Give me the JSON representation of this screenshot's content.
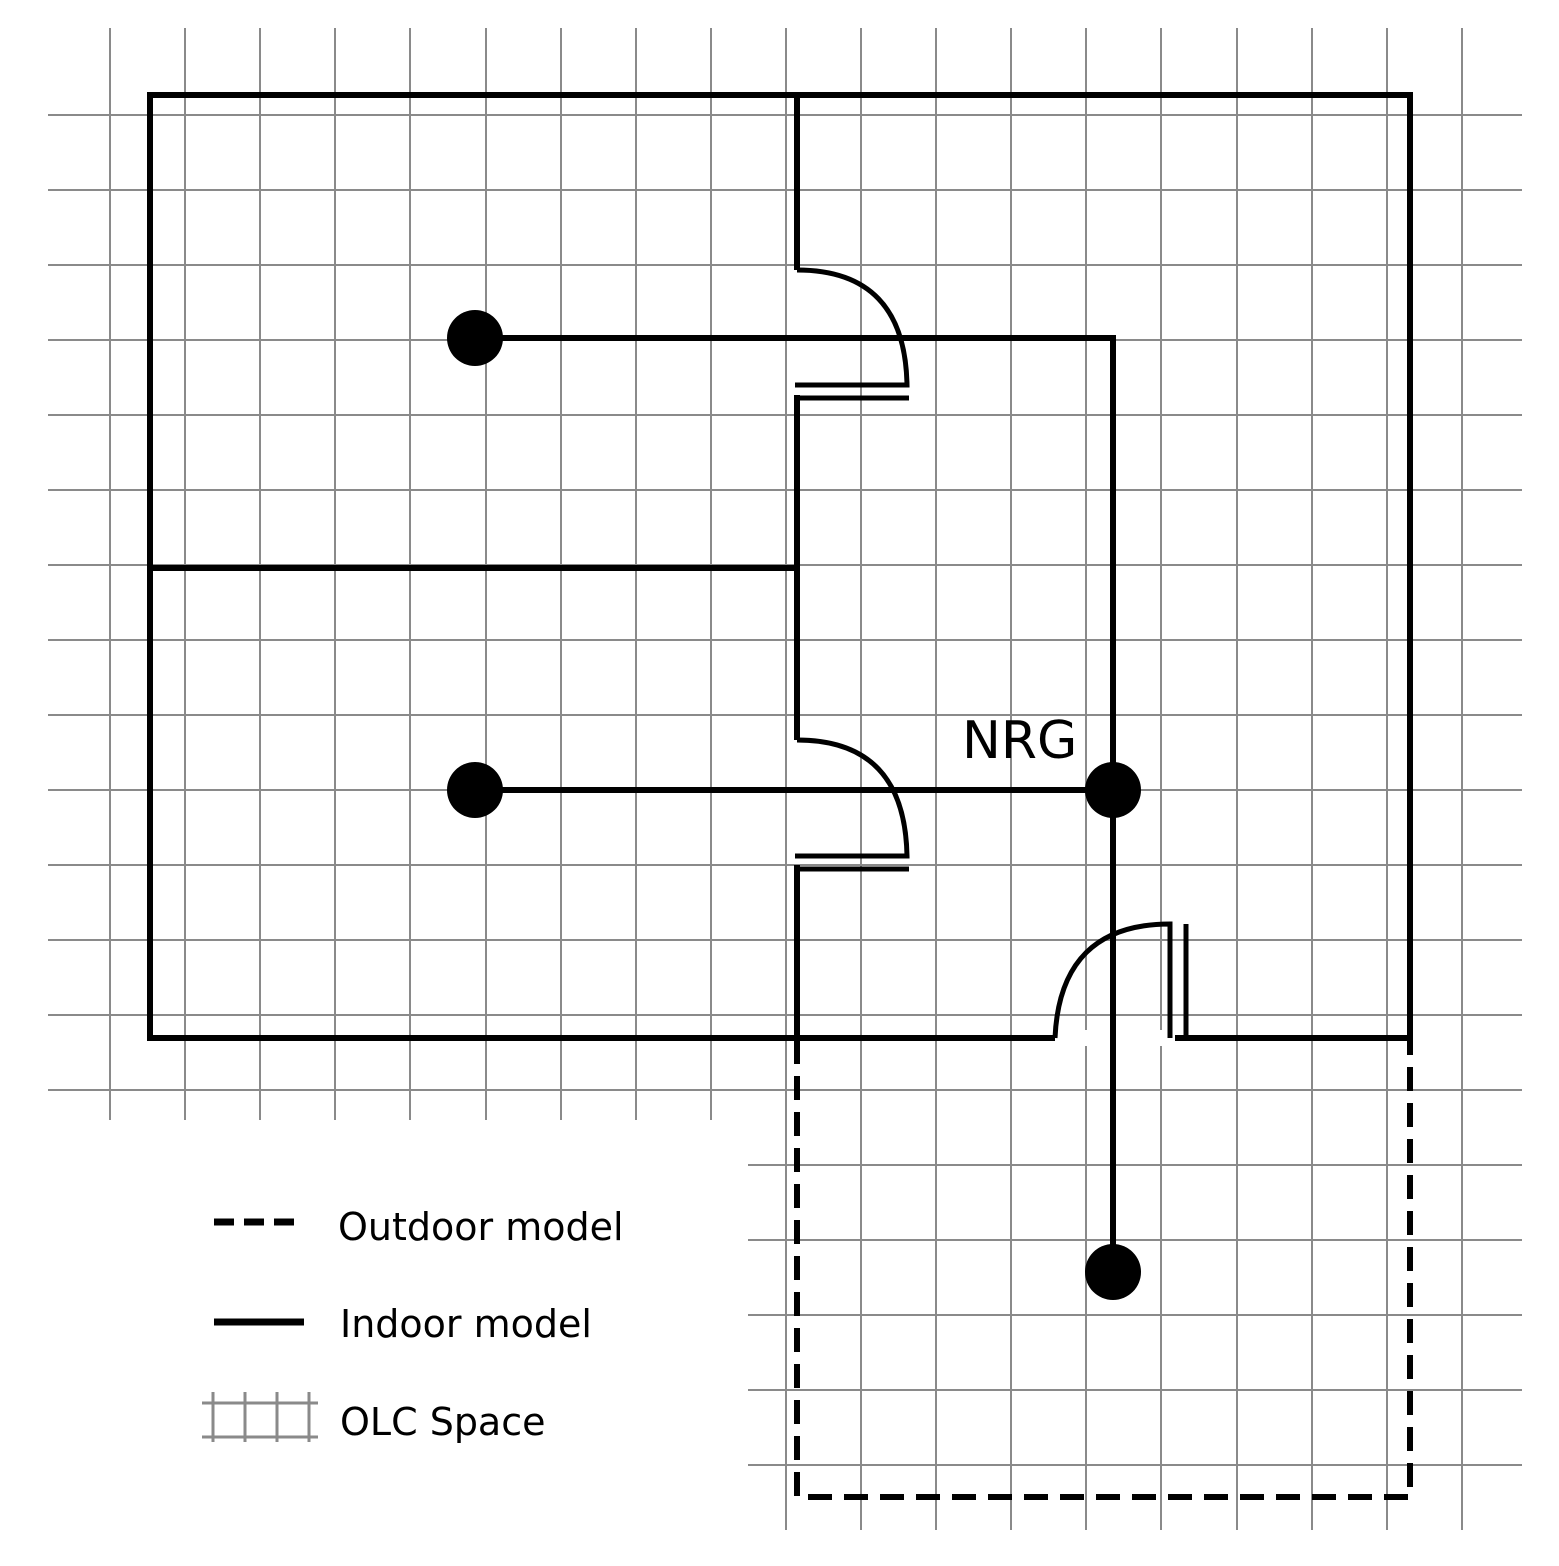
{
  "node_label": "NRG",
  "legend": {
    "items": [
      {
        "label": "Outdoor model",
        "style": "dashed"
      },
      {
        "label": "Indoor model",
        "style": "solid"
      },
      {
        "label": "OLC Space",
        "style": "grid"
      }
    ]
  },
  "colors": {
    "wall": "#000000",
    "grid": "#8a8a8a",
    "background": "#ffffff"
  }
}
